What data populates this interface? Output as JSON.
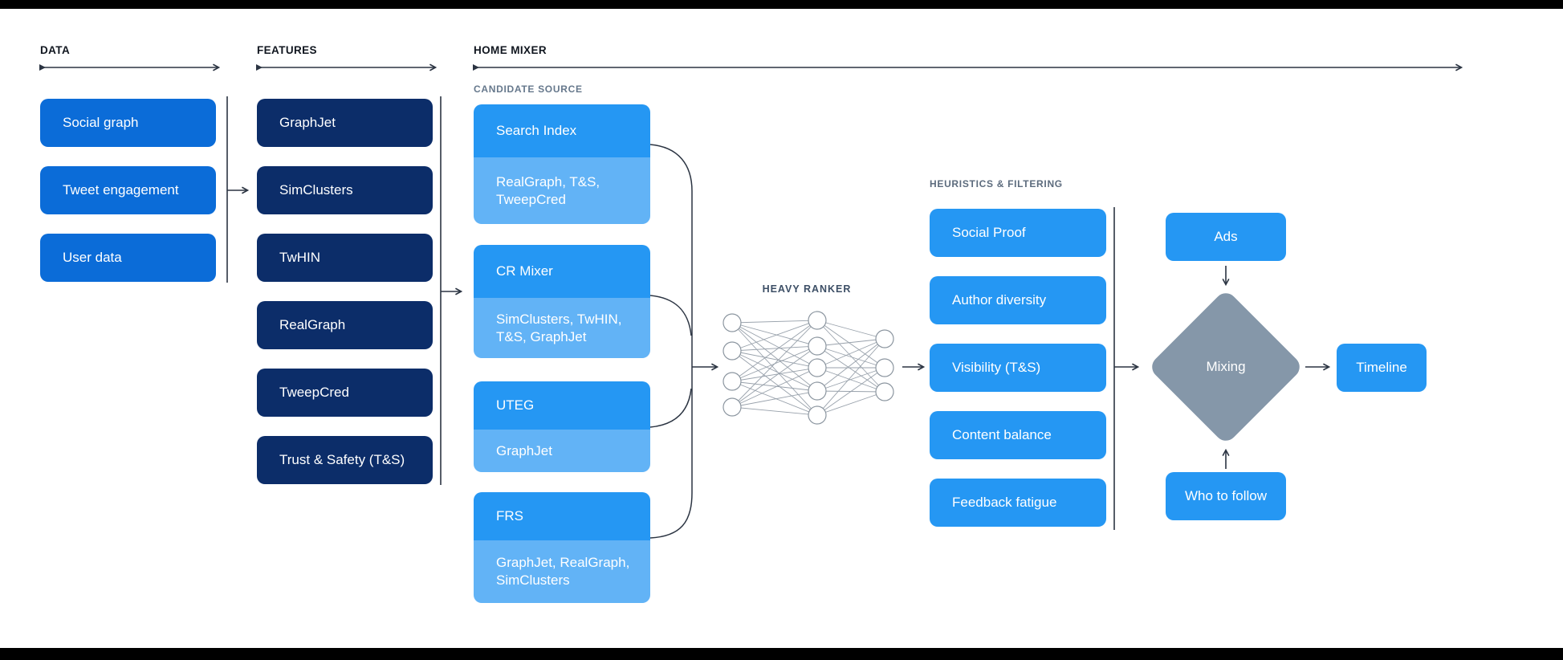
{
  "colors": {
    "data_box_blue": "#0b6cd8",
    "feature_box_navy": "#0c2d69",
    "primary_blue": "#2597f3",
    "light_blue": "#62b3f6",
    "diamond_gray": "#8597a9",
    "line_dark": "#2b3442",
    "rail_label_dark": "#10161f",
    "section_label_slate": "#66788c",
    "heavy_ranker_label": "#3d4f66"
  },
  "rails": {
    "data": "DATA",
    "features": "FEATURES",
    "home_mixer": "HOME MIXER"
  },
  "data_column": {
    "items": [
      "Social graph",
      "Tweet engagement",
      "User data"
    ]
  },
  "features_column": {
    "items": [
      "GraphJet",
      "SimClusters",
      "TwHIN",
      "RealGraph",
      "TweepCred",
      "Trust & Safety (T&S)"
    ]
  },
  "candidate_sources": {
    "label": "CANDIDATE SOURCE",
    "items": [
      {
        "name": "Search Index",
        "features": "RealGraph, T&S, TweepCred"
      },
      {
        "name": "CR Mixer",
        "features": "SimClusters, TwHIN, T&S, GraphJet"
      },
      {
        "name": "UTEG",
        "features": "GraphJet"
      },
      {
        "name": "FRS",
        "features": "GraphJet, RealGraph, SimClusters"
      }
    ]
  },
  "heavy_ranker": {
    "label": "HEAVY RANKER"
  },
  "heuristics": {
    "label": "HEURISTICS & FILTERING",
    "items": [
      "Social Proof",
      "Author diversity",
      "Visibility (T&S)",
      "Content balance",
      "Feedback fatigue"
    ]
  },
  "output_stage": {
    "ads": "Ads",
    "mixing": "Mixing",
    "who_to_follow": "Who to follow",
    "timeline": "Timeline"
  }
}
